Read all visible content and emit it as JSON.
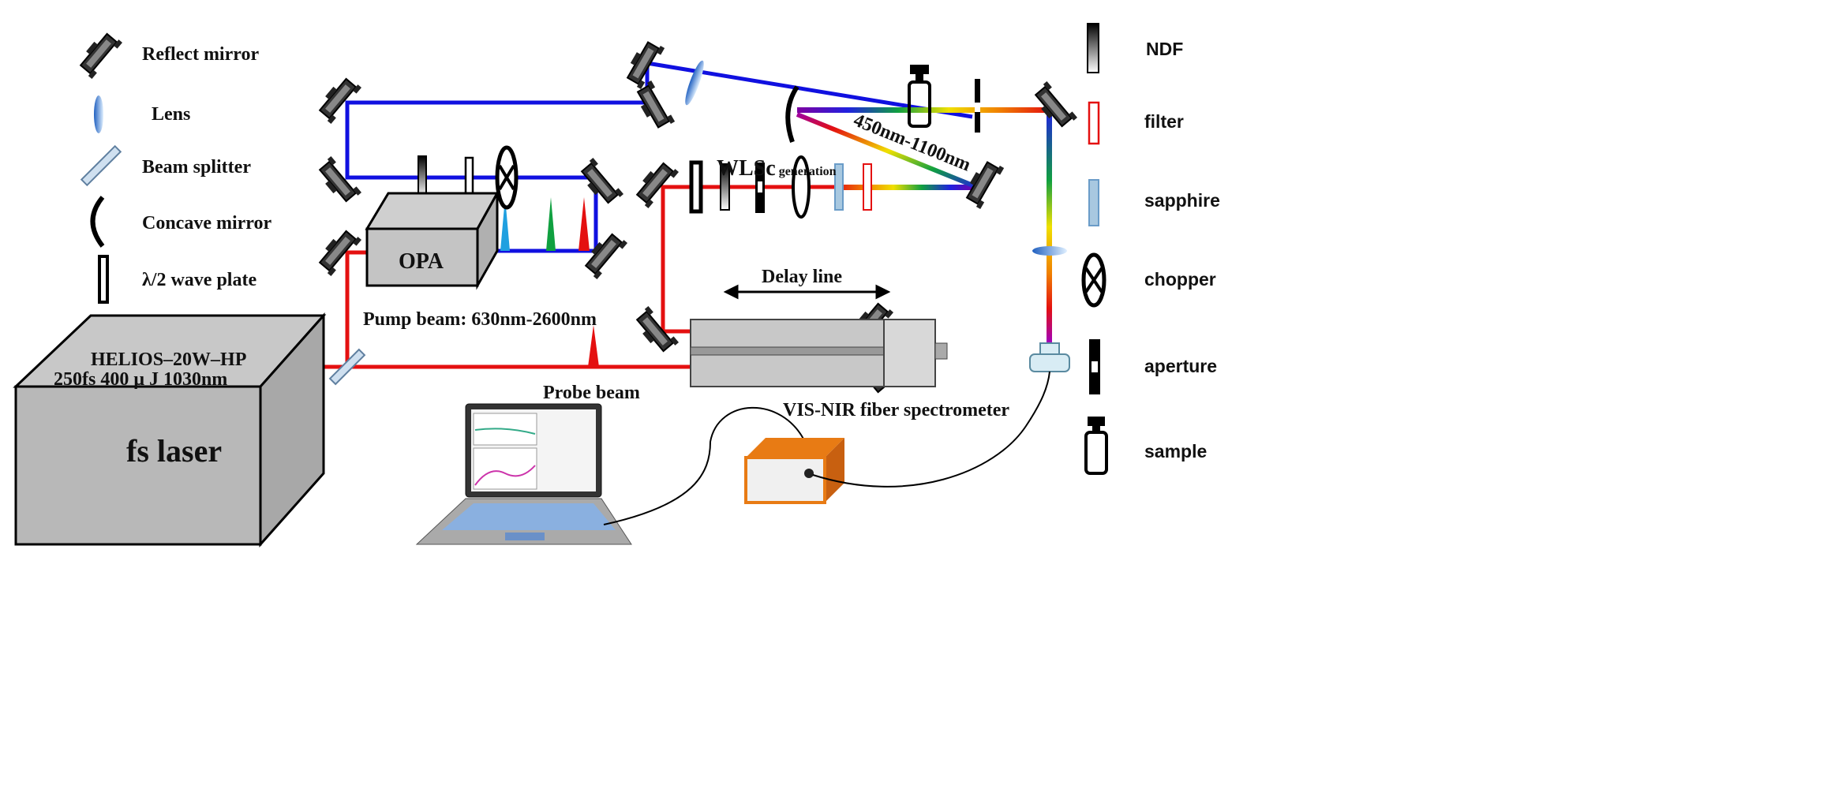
{
  "legend_left": [
    {
      "icon": "reflect-mirror-icon",
      "label": "Reflect mirror"
    },
    {
      "icon": "lens-icon",
      "label": "Lens"
    },
    {
      "icon": "beam-splitter-icon",
      "label": "Beam splitter"
    },
    {
      "icon": "concave-mirror-icon",
      "label": "Concave mirror"
    },
    {
      "icon": "wave-plate-icon",
      "label": "λ/2 wave plate"
    }
  ],
  "legend_right": [
    {
      "icon": "ndf-icon",
      "label": "NDF"
    },
    {
      "icon": "filter-icon",
      "label": "filter"
    },
    {
      "icon": "sapphire-icon",
      "label": "sapphire"
    },
    {
      "icon": "chopper-icon",
      "label": "chopper"
    },
    {
      "icon": "aperture-icon",
      "label": "aperture"
    },
    {
      "icon": "sample-icon",
      "label": "sample"
    }
  ],
  "laser": {
    "name": "fs  laser",
    "model": "HELIOS–20W–HP",
    "spec": "250fs 400 μ J 1030nm"
  },
  "opa": "OPA",
  "pump_beam": "Pump beam: 630nm-2600nm",
  "probe_beam": "Probe beam",
  "delay_line": "Delay line",
  "wlsc": {
    "main": "WLSc",
    "sub": "generation"
  },
  "spectrum_range": "450nm-1100nm",
  "spectrometer": "VIS-NIR fiber spectrometer",
  "colors": {
    "pump": "#1010e0",
    "probe": "#e41010",
    "box": "#c8c8c8"
  }
}
